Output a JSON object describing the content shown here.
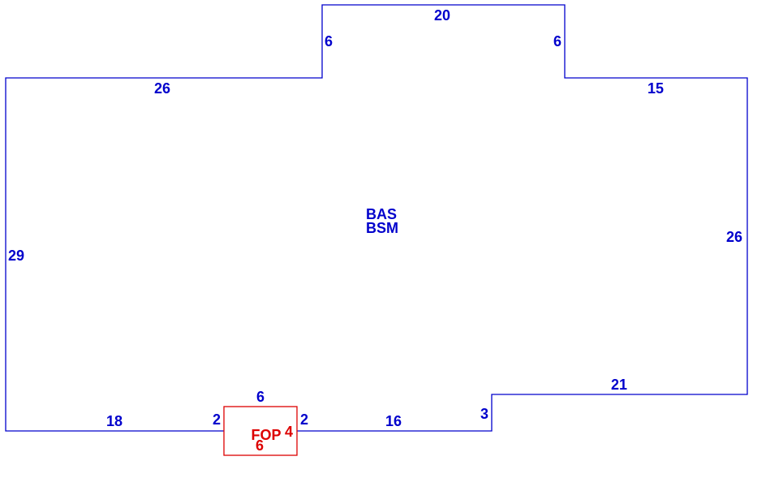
{
  "colors": {
    "main_area": "#0000cc",
    "porch_area": "#dd0000",
    "background": "#ffffff"
  },
  "main_area": {
    "codes": [
      "BAS",
      "BSM"
    ],
    "dimensions": {
      "top_left_26": "26",
      "notch_left_6": "6",
      "notch_top_20": "20",
      "notch_right_6": "6",
      "top_right_15": "15",
      "right_26": "26",
      "step_21": "21",
      "step_3": "3",
      "bottom_16": "16",
      "bottom_18": "18",
      "left_29": "29"
    }
  },
  "porch_area": {
    "code": "FOP",
    "dimensions": {
      "top_6": "6",
      "left_2": "2",
      "right_2": "2",
      "depth_4": "4",
      "bottom_6": "6"
    }
  }
}
